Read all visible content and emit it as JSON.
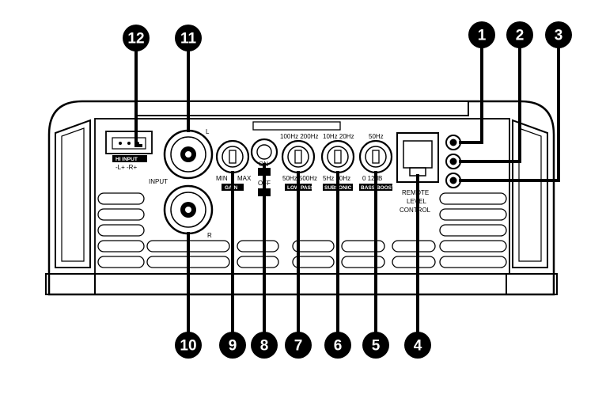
{
  "callouts": [
    {
      "num": "1"
    },
    {
      "num": "2"
    },
    {
      "num": "3"
    },
    {
      "num": "4"
    },
    {
      "num": "5"
    },
    {
      "num": "6"
    },
    {
      "num": "7"
    },
    {
      "num": "8"
    },
    {
      "num": "9"
    },
    {
      "num": "10"
    },
    {
      "num": "11"
    },
    {
      "num": "12"
    }
  ],
  "labels": {
    "hi_input": "HI INPUT",
    "hi_input_pins": "-L+  -R+",
    "input": "INPUT",
    "l": "L",
    "r": "R",
    "gain_min": "MIN",
    "gain_max": "MAX",
    "gain_tag": "GAIN",
    "switch_on": "ON",
    "switch_off": "OFF",
    "lowpass_top": "100Hz  200Hz",
    "lowpass_bottom": "50Hz  500Hz",
    "lowpass_tag": "LOW PASS",
    "subsonic_top": "10Hz  20Hz",
    "subsonic_bottom": "5Hz  40Hz",
    "subsonic_tag": "SUBSONIC",
    "bassboost_top": "50Hz",
    "bassboost_bottom": "0    12dB",
    "bassboost_tag": "BASS BOOST",
    "remote_1": "REMOTE",
    "remote_2": "LEVEL",
    "remote_3": "CONTROL"
  }
}
